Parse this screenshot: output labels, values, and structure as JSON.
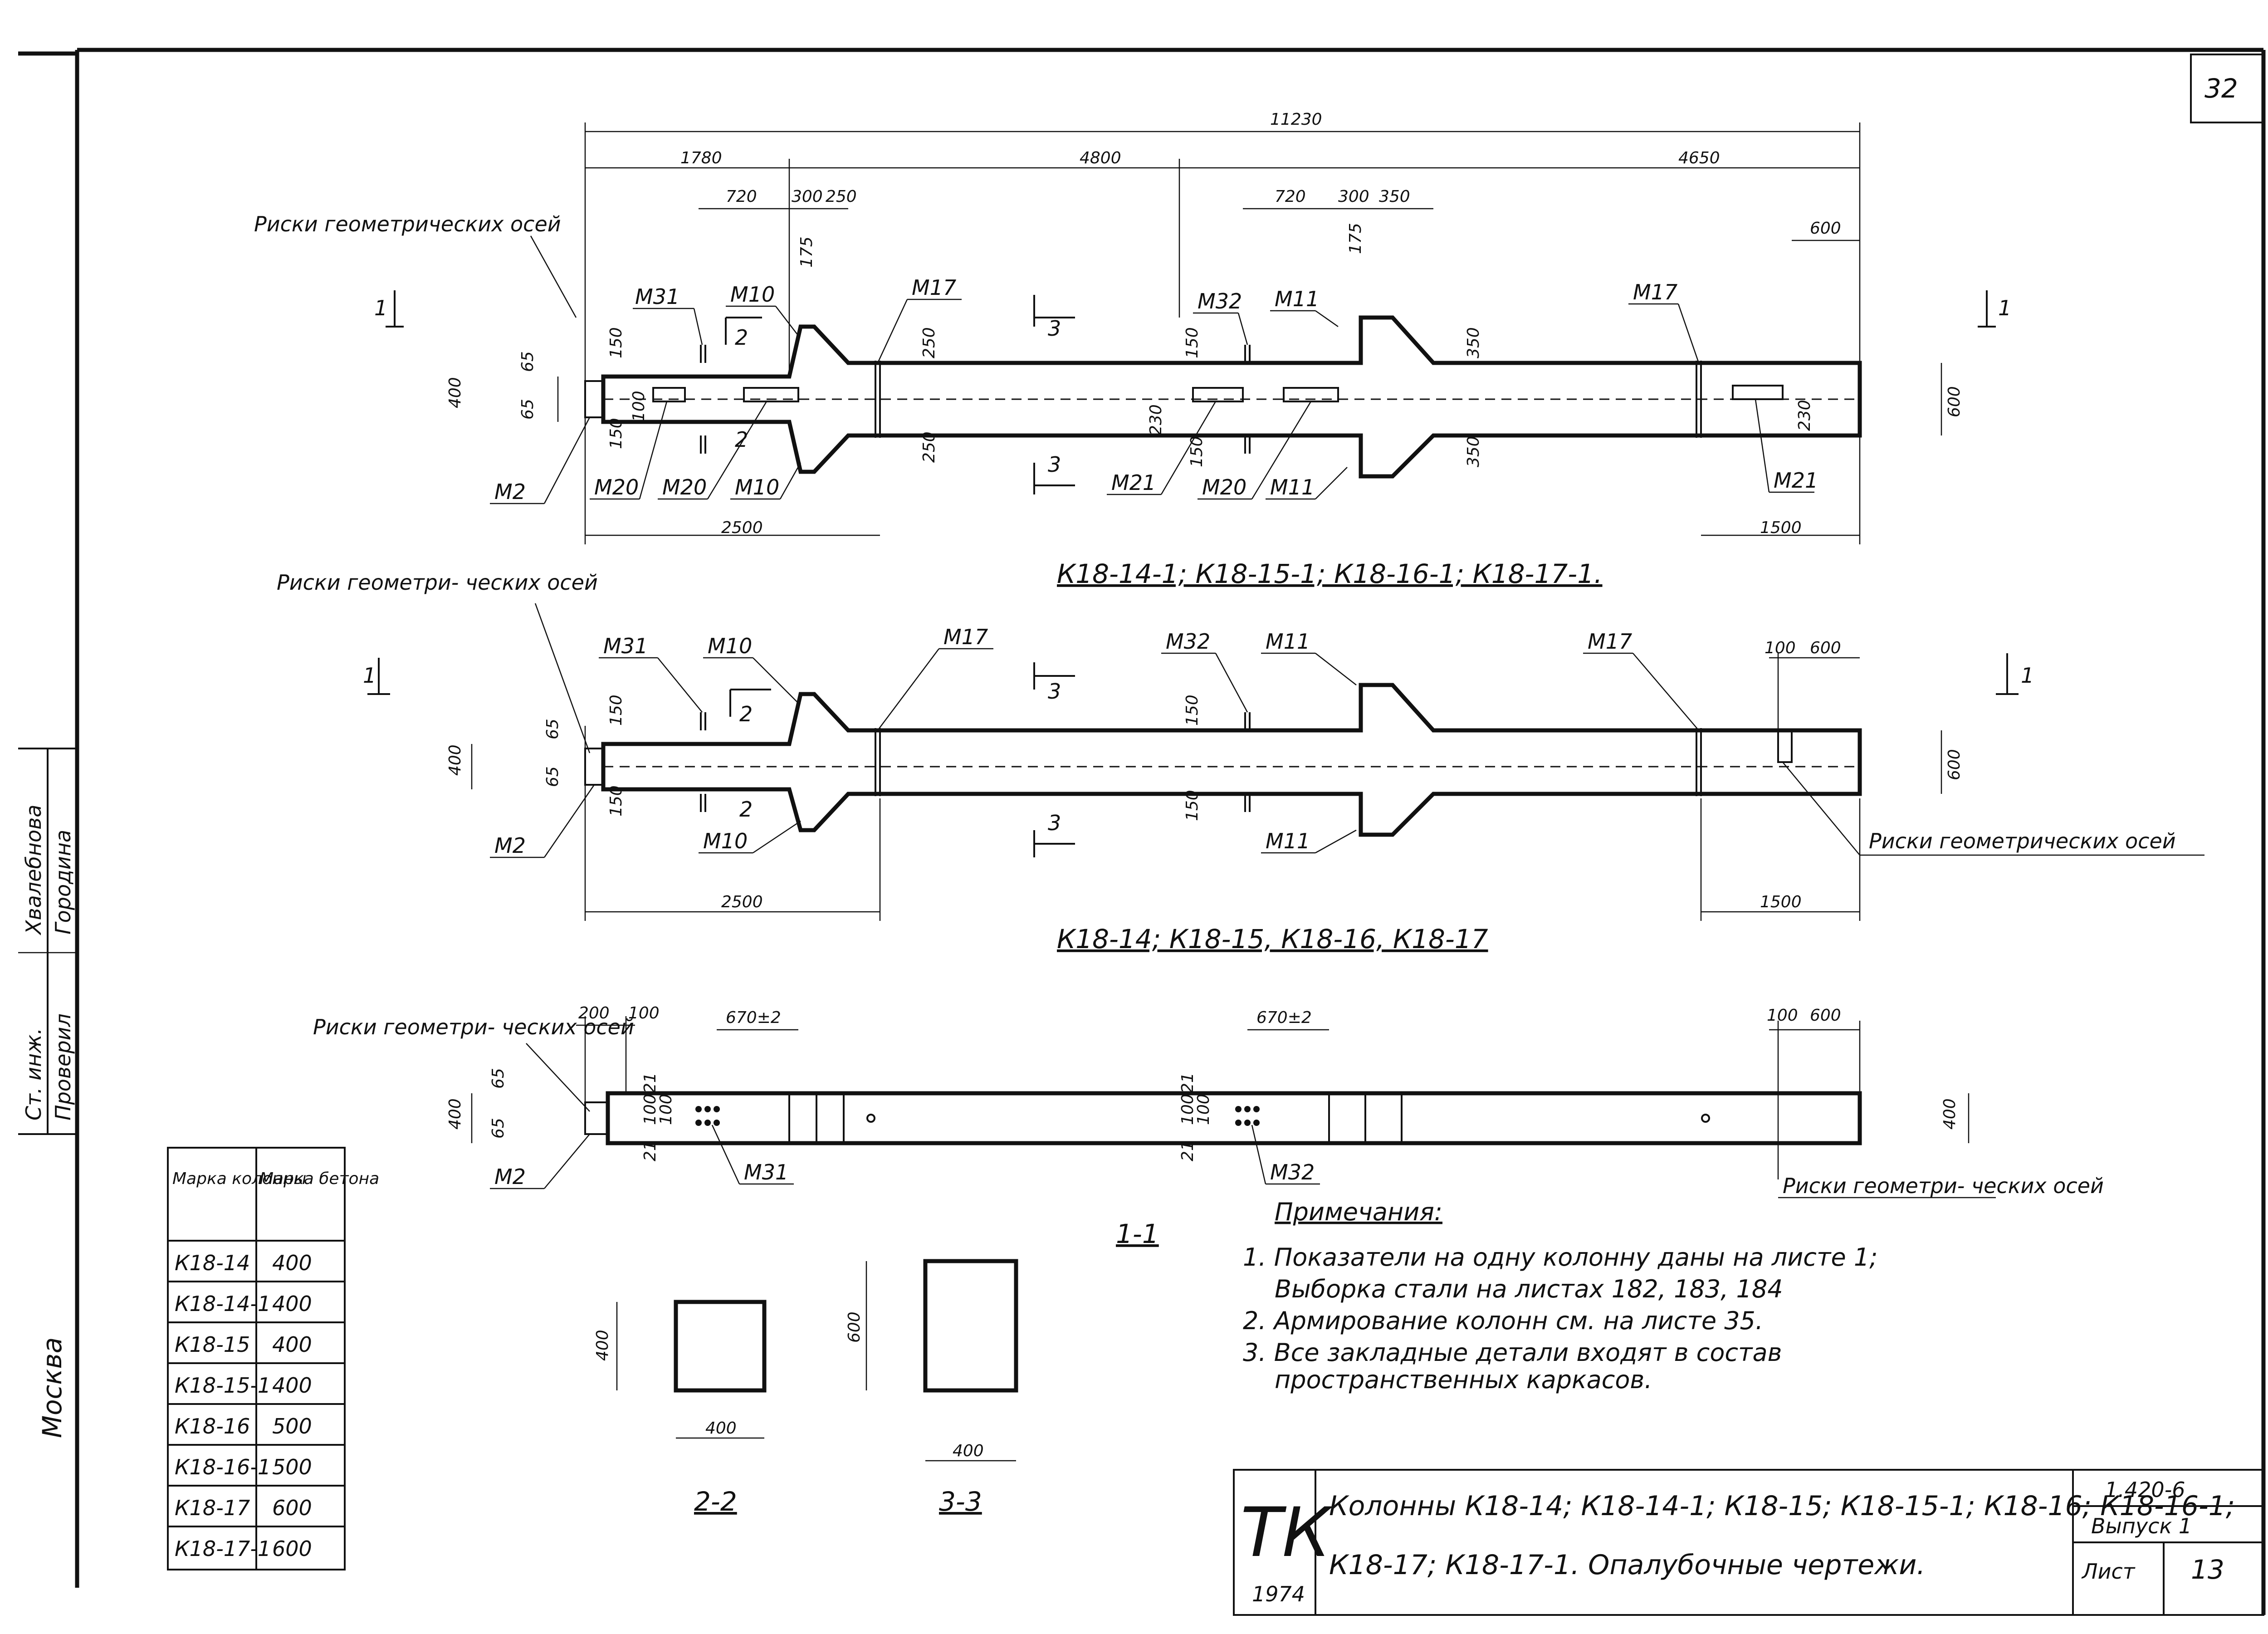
{
  "sheet_number": "32",
  "side_stamp": {
    "org": "Москва",
    "rows": [
      {
        "role": "Ст. инж.",
        "name": "Хвалебнова"
      },
      {
        "role": "Проверил",
        "name": "Городина"
      }
    ]
  },
  "view1": {
    "caption": "К18-14-1; К18-15-1; К18-16-1; К18-17-1.",
    "dims_top": {
      "total": "11230",
      "seg1": "1780",
      "seg2": "4800",
      "seg3": "4650",
      "d720a": "720",
      "d300a": "300",
      "d250": "250",
      "d720b": "720",
      "d300b": "300",
      "d350": "350",
      "d600": "600",
      "d175a": "175",
      "d175b": "175"
    },
    "dims_side": {
      "h400": "400",
      "d65a": "65",
      "d65b": "65",
      "d150a": "150",
      "d150b": "150",
      "d100": "100",
      "d250a": "250",
      "d250b": "250",
      "d150c": "150",
      "d150d": "150",
      "d230a": "230",
      "d350a": "350",
      "d350b": "350",
      "h600": "600",
      "d230b": "230"
    },
    "dims_bottom": {
      "left": "2500",
      "right": "1500"
    },
    "axis_label": "Риски геометрических осей",
    "section_marks": {
      "s1a": "1",
      "s1b": "1",
      "s2a": "2",
      "s2b": "2",
      "s3a": "3",
      "s3b": "3"
    },
    "parts": {
      "m31": "М31",
      "m10a": "М10",
      "m17a": "М17",
      "m32": "М32",
      "m11a": "М11",
      "m17b": "М17",
      "m2": "М2",
      "m20a": "М20",
      "m20b": "М20",
      "m10b": "М10",
      "m21a": "М21",
      "m20c": "М20",
      "m11b": "М11",
      "m21b": "М21"
    }
  },
  "view2": {
    "caption": "К18-14; К18-15, К18-16, К18-17",
    "axis_label_left": "Риски геометри- ческих осей",
    "axis_label_right": "Риски геометрических осей",
    "dims": {
      "h400": "400",
      "d65a": "65",
      "d65b": "65",
      "d150a": "150",
      "d150b": "150",
      "d150c": "150",
      "d150d": "150",
      "d100": "100",
      "d600": "600",
      "h600": "600",
      "left": "2500",
      "right": "1500"
    },
    "section_marks": {
      "s1a": "1",
      "s1b": "1",
      "s2a": "2",
      "s2b": "2",
      "s3a": "3",
      "s3b": "3"
    },
    "parts": {
      "m31": "М31",
      "m10a": "М10",
      "m17a": "М17",
      "m32": "М32",
      "m11a": "М11",
      "m17b": "М17",
      "m2": "М2",
      "m10b": "М10",
      "m11b": "М11"
    }
  },
  "view3": {
    "caption": "1-1",
    "axis_label_left": "Риски геометри- ческих осей",
    "axis_label_right": "Риски геометри- ческих осей",
    "dims": {
      "d200": "200",
      "d100a": "100",
      "d670a": "670±2",
      "d670b": "670±2",
      "d100b": "100",
      "d600": "600",
      "h400a": "400",
      "h400b": "400",
      "d65a": "65",
      "d65b": "65",
      "v100a": "100",
      "v100b": "100",
      "v100c": "100",
      "v100d": "100",
      "v21a": "21",
      "v21b": "21",
      "v21c": "21",
      "v21d": "21"
    },
    "parts": {
      "m2": "М2",
      "m31": "М31",
      "m32": "М32"
    }
  },
  "sections": [
    {
      "caption": "2-2",
      "height": "400",
      "width": "400"
    },
    {
      "caption": "3-3",
      "height": "600",
      "width": "400"
    }
  ],
  "table": {
    "headers": [
      "Марка колонны",
      "Марка бетона"
    ],
    "rows": [
      [
        "К18-14",
        "400"
      ],
      [
        "К18-14-1",
        "400"
      ],
      [
        "К18-15",
        "400"
      ],
      [
        "К18-15-1",
        "400"
      ],
      [
        "К18-16",
        "500"
      ],
      [
        "К18-16-1",
        "500"
      ],
      [
        "К18-17",
        "600"
      ],
      [
        "К18-17-1",
        "600"
      ]
    ]
  },
  "notes": {
    "title": "Примечания:",
    "items": [
      "1. Показатели на одну колонну даны на листе 1;",
      "Выборка стали на листах 182, 183, 184",
      "2. Армирование колонн см. на листе 35.",
      "3. Все закладные детали входят в состав",
      "пространственных каркасов."
    ]
  },
  "title_block": {
    "logo": "ТК",
    "year": "1974",
    "line1": "Колонны К18-14; К18-14-1; К18-15; К18-15-1; К18-16; К18-16-1;",
    "line2": "К18-17; К18-17-1. Опалубочные чертежи.",
    "series": "1.420-6",
    "issue": "Выпуск 1",
    "sheet_label": "Лист",
    "sheet": "13"
  }
}
